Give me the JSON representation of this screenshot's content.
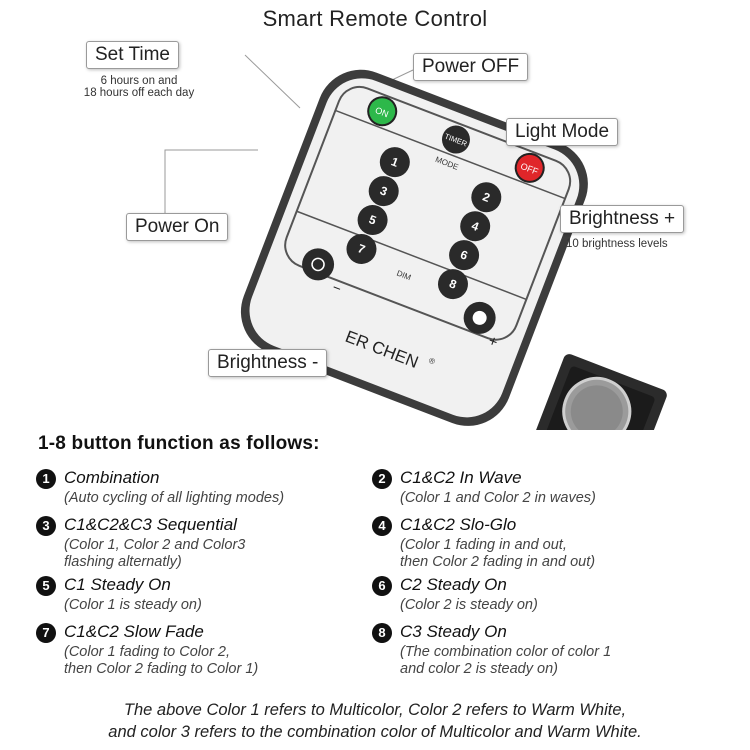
{
  "title": "Smart Remote Control",
  "callouts": {
    "set_time": {
      "label": "Set Time",
      "note_1": "6 hours on and",
      "note_2": "18 hours off each day"
    },
    "power_off": {
      "label": "Power OFF"
    },
    "light_mode": {
      "label": "Light Mode"
    },
    "power_on": {
      "label": "Power On"
    },
    "brightness_plus": {
      "label": "Brightness +",
      "note": "10 brightness levels"
    },
    "brightness_minus": {
      "label": "Brightness -"
    }
  },
  "remote": {
    "on_label": "ON",
    "timer_label": "TIMER",
    "off_label": "OFF",
    "mode_label": "MODE",
    "dim_label": "DIM",
    "plus_label": "+",
    "minus_label": "−",
    "brand": "ER CHEN",
    "brand_mark": "®",
    "buttons": [
      "1",
      "2",
      "3",
      "4",
      "5",
      "6",
      "7",
      "8"
    ],
    "colors": {
      "on": "#2db84a",
      "off": "#e0262a",
      "body": "#3c3c3c",
      "panel": "#f1f1f1",
      "button": "#2a2a2a"
    }
  },
  "heading": "1-8 button function as follows:",
  "functions": [
    {
      "num": "1",
      "name": "Combination",
      "desc": [
        "(Auto cycling of all lighting modes)"
      ]
    },
    {
      "num": "2",
      "name": "C1&C2 In Wave",
      "desc": [
        "(Color 1 and Color 2 in waves)"
      ]
    },
    {
      "num": "3",
      "name": "C1&C2&C3 Sequential",
      "desc": [
        "(Color 1, Color 2 and Color3",
        "flashing alternatly)"
      ]
    },
    {
      "num": "4",
      "name": "C1&C2 Slo-Glo",
      "desc": [
        "(Color 1 fading in and out,",
        "then Color 2 fading in and out)"
      ]
    },
    {
      "num": "5",
      "name": "C1 Steady On",
      "desc": [
        "(Color 1 is steady on)"
      ]
    },
    {
      "num": "6",
      "name": "C2 Steady On",
      "desc": [
        "(Color 2 is steady on)"
      ]
    },
    {
      "num": "7",
      "name": "C1&C2 Slow Fade",
      "desc": [
        "(Color 1 fading to Color 2,",
        "then Color 2 fading to Color 1)"
      ]
    },
    {
      "num": "8",
      "name": "C3 Steady On",
      "desc": [
        "(The combination color of color 1",
        "and color 2 is steady on)"
      ]
    }
  ],
  "footer": {
    "line_1": "The above Color 1 refers to Multicolor, Color 2 refers to Warm White,",
    "line_2": "and color 3 refers to the combination color of Multicolor and Warm White."
  }
}
